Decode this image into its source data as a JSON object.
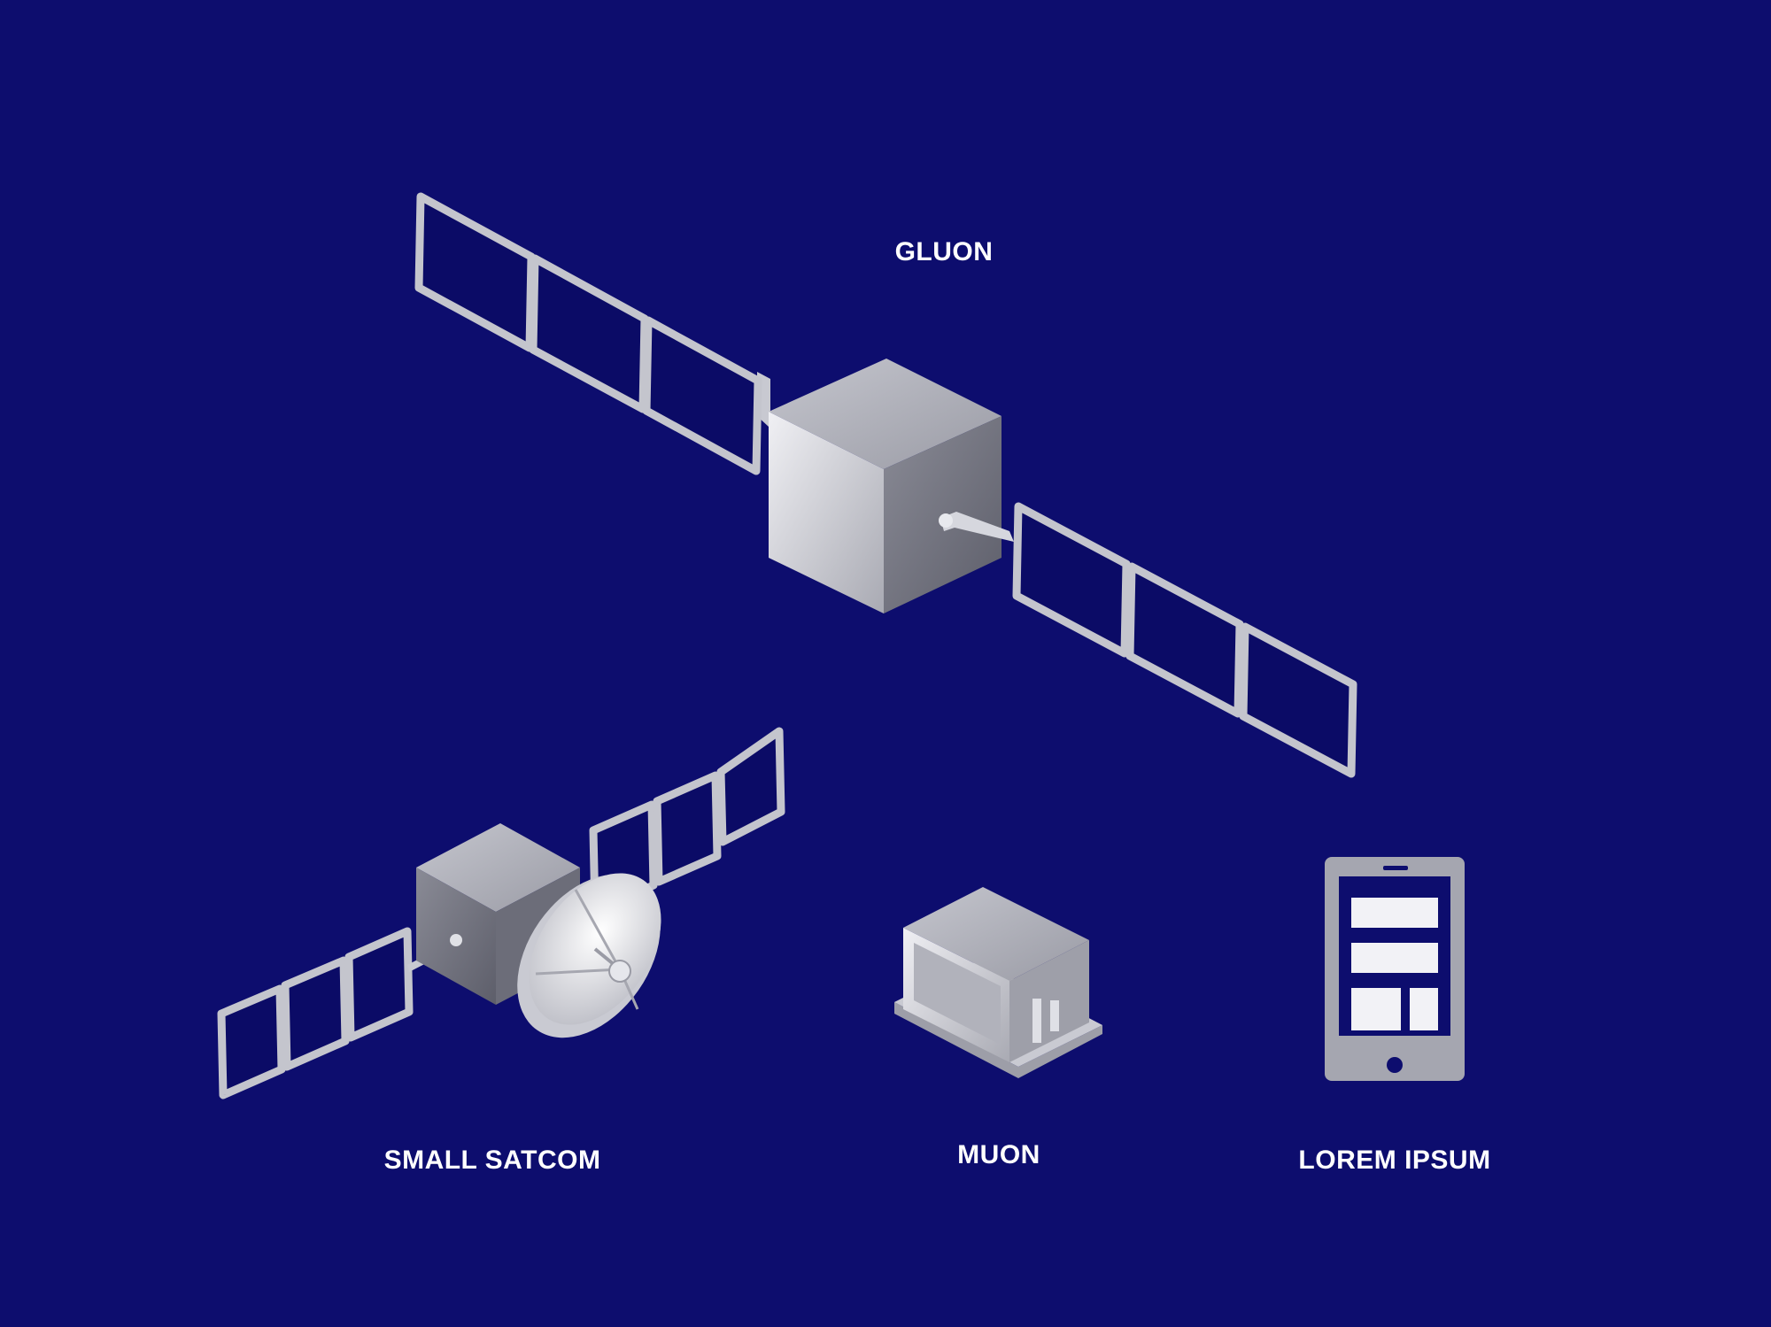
{
  "labels": {
    "gluon": "GLUON",
    "small_satcom": "SMALL SATCOM",
    "muon": "MUON",
    "lorem_ipsum": "LOREM IPSUM"
  },
  "colors": {
    "background": "#0d0d6e",
    "metal_light": "#dcdde2",
    "metal_mid": "#b9bac2",
    "metal_dark": "#8d8e98",
    "panel_cell": "#0b0b66"
  },
  "icons": [
    "gluon-satellite-icon",
    "small-satcom-satellite-icon",
    "muon-cubesat-icon",
    "tablet-icon"
  ]
}
